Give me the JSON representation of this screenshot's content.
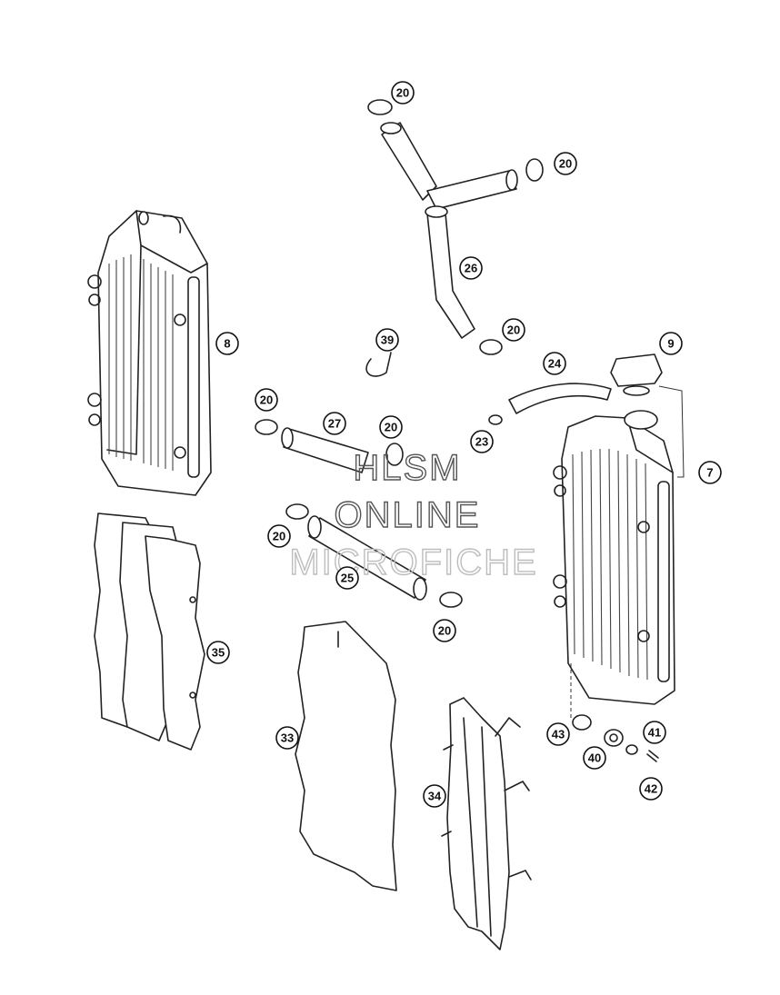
{
  "watermark": {
    "line1": "HLSM",
    "line2": "ONLINE",
    "line3": "MICROFICHE"
  },
  "callouts": [
    {
      "id": "c20a",
      "label": "20"
    },
    {
      "id": "c20b",
      "label": "20"
    },
    {
      "id": "c26",
      "label": "26"
    },
    {
      "id": "c20c",
      "label": "20"
    },
    {
      "id": "c8",
      "label": "8"
    },
    {
      "id": "c39",
      "label": "39"
    },
    {
      "id": "c9",
      "label": "9"
    },
    {
      "id": "c24",
      "label": "24"
    },
    {
      "id": "c20d",
      "label": "20"
    },
    {
      "id": "c27",
      "label": "27"
    },
    {
      "id": "c20e",
      "label": "20"
    },
    {
      "id": "c23",
      "label": "23"
    },
    {
      "id": "c7",
      "label": "7"
    },
    {
      "id": "c20f",
      "label": "20"
    },
    {
      "id": "c25",
      "label": "25"
    },
    {
      "id": "c20g",
      "label": "20"
    },
    {
      "id": "c35",
      "label": "35"
    },
    {
      "id": "c33",
      "label": "33"
    },
    {
      "id": "c43",
      "label": "43"
    },
    {
      "id": "c41",
      "label": "41"
    },
    {
      "id": "c40",
      "label": "40"
    },
    {
      "id": "c42",
      "label": "42"
    },
    {
      "id": "c34",
      "label": "34"
    }
  ]
}
